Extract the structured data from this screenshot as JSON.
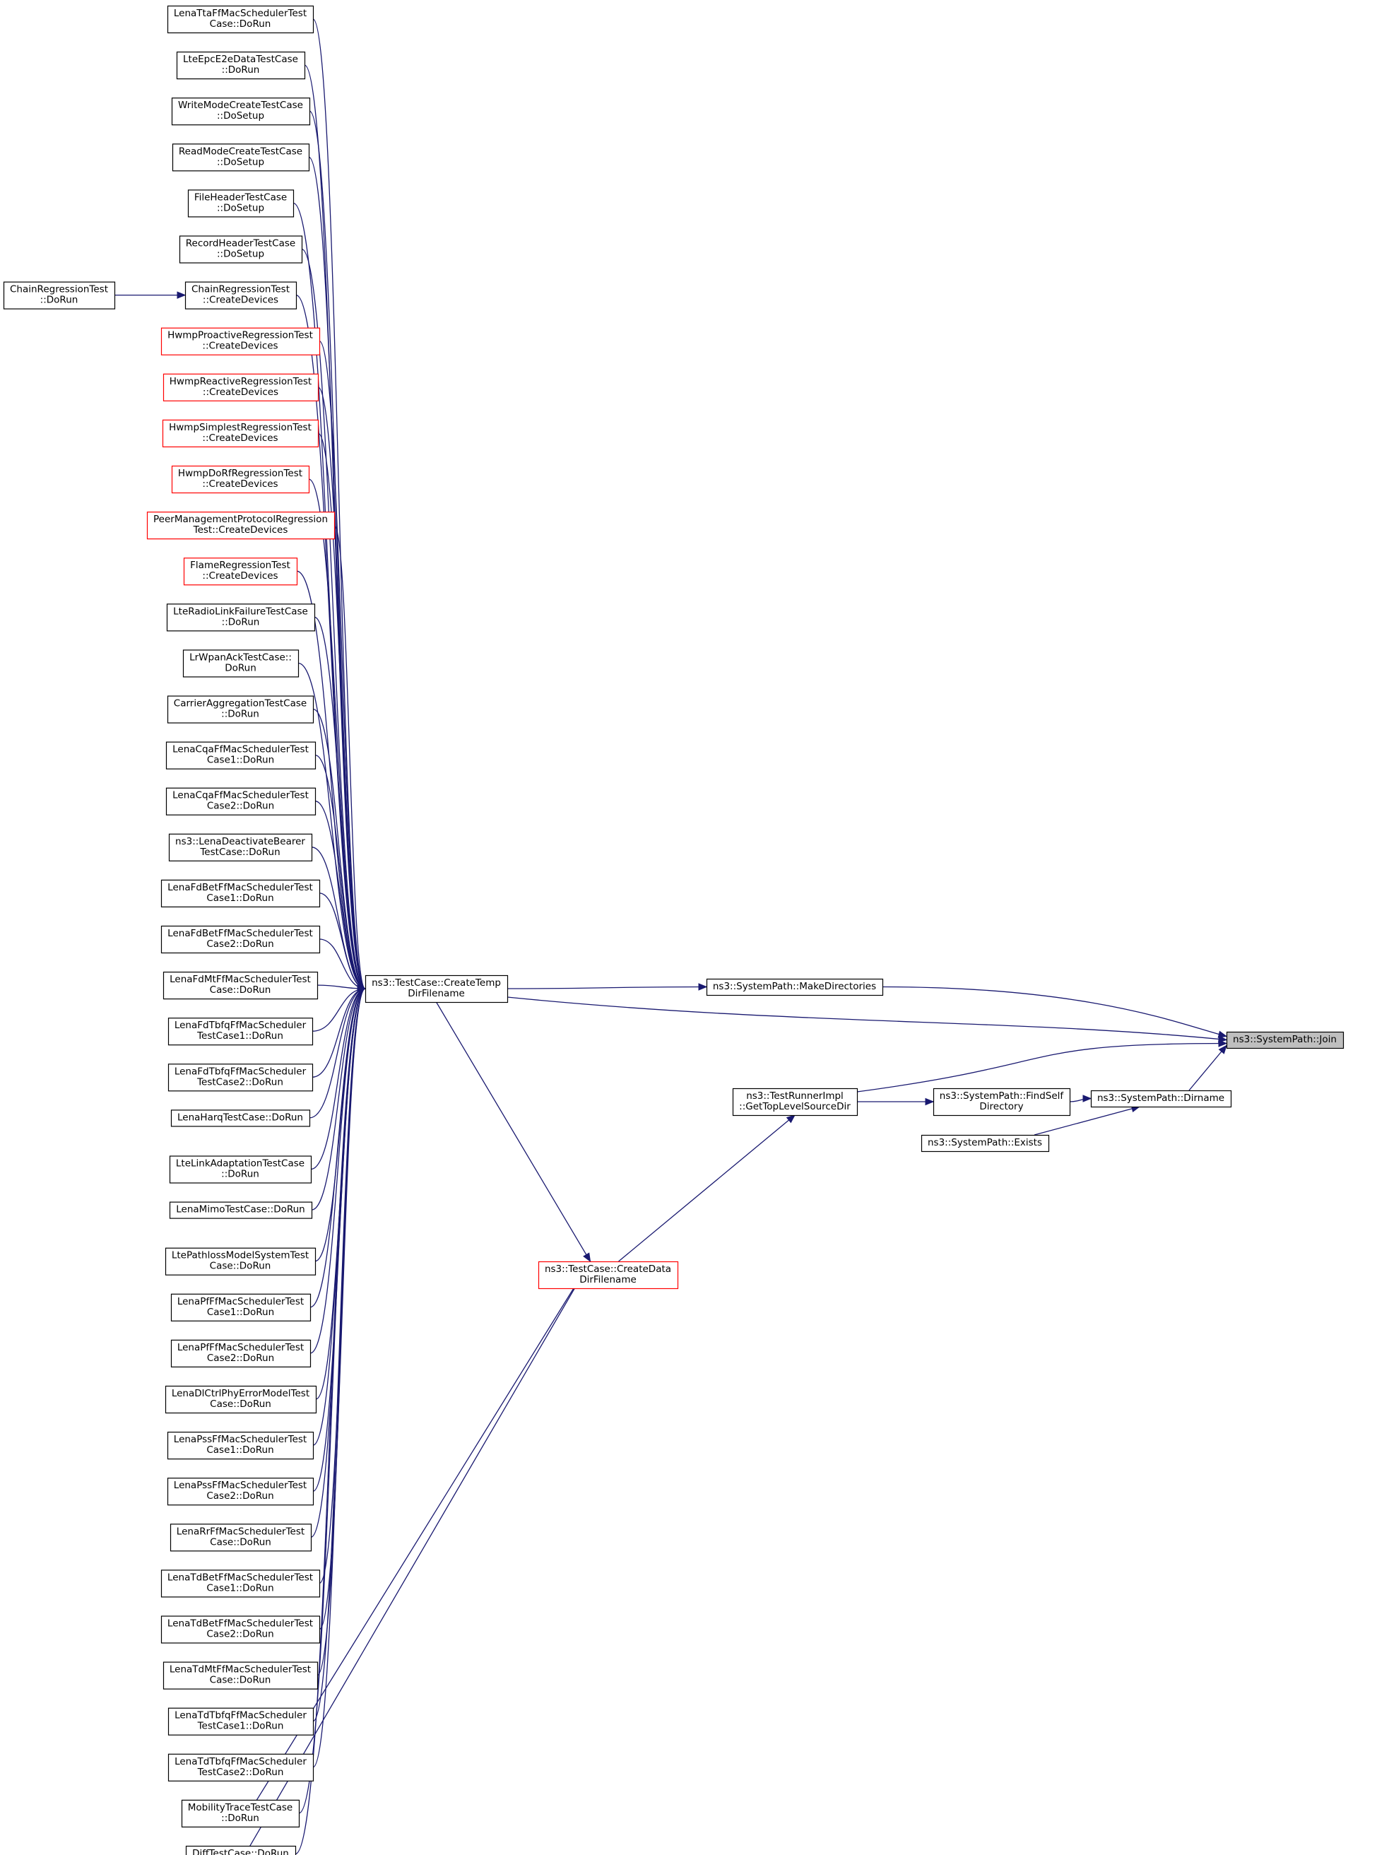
{
  "colors": {
    "edge": "#191970",
    "node_border": "#000000",
    "node_border_incomplete": "#ff0000",
    "node_fill": "#ffffff",
    "focus_fill": "#bfbfbf"
  },
  "nodes": [
    {
      "id": "n_lenatta",
      "lines": [
        "LenaTtaFfMacSchedulerTest",
        "Case::DoRun"
      ],
      "border": "black"
    },
    {
      "id": "n_lteepc",
      "lines": [
        "LteEpcE2eDataTestCase",
        "::DoRun"
      ],
      "border": "black"
    },
    {
      "id": "n_writemode",
      "lines": [
        "WriteModeCreateTestCase",
        "::DoSetup"
      ],
      "border": "black"
    },
    {
      "id": "n_readmode",
      "lines": [
        "ReadModeCreateTestCase",
        "::DoSetup"
      ],
      "border": "black"
    },
    {
      "id": "n_fileheader",
      "lines": [
        "FileHeaderTestCase",
        "::DoSetup"
      ],
      "border": "black"
    },
    {
      "id": "n_recordheader",
      "lines": [
        "RecordHeaderTestCase",
        "::DoSetup"
      ],
      "border": "black"
    },
    {
      "id": "n_chainreg_create",
      "lines": [
        "ChainRegressionTest",
        "::CreateDevices"
      ],
      "border": "black"
    },
    {
      "id": "n_chainreg_run",
      "lines": [
        "ChainRegressionTest",
        "::DoRun"
      ],
      "border": "black"
    },
    {
      "id": "n_hwmpproactive",
      "lines": [
        "HwmpProactiveRegressionTest",
        "::CreateDevices"
      ],
      "border": "red"
    },
    {
      "id": "n_hwmpreactive",
      "lines": [
        "HwmpReactiveRegressionTest",
        "::CreateDevices"
      ],
      "border": "red"
    },
    {
      "id": "n_hwmpsimplest",
      "lines": [
        "HwmpSimplestRegressionTest",
        "::CreateDevices"
      ],
      "border": "red"
    },
    {
      "id": "n_hwmpdorf",
      "lines": [
        "HwmpDoRfRegressionTest",
        "::CreateDevices"
      ],
      "border": "red"
    },
    {
      "id": "n_peermgmt",
      "lines": [
        "PeerManagementProtocolRegression",
        "Test::CreateDevices"
      ],
      "border": "red"
    },
    {
      "id": "n_flame",
      "lines": [
        "FlameRegressionTest",
        "::CreateDevices"
      ],
      "border": "red"
    },
    {
      "id": "n_lteradiolink",
      "lines": [
        "LteRadioLinkFailureTestCase",
        "::DoRun"
      ],
      "border": "black"
    },
    {
      "id": "n_lrwpanack",
      "lines": [
        "LrWpanAckTestCase::",
        "DoRun"
      ],
      "border": "black"
    },
    {
      "id": "n_carrieragg",
      "lines": [
        "CarrierAggregationTestCase",
        "::DoRun"
      ],
      "border": "black"
    },
    {
      "id": "n_lenacqa1",
      "lines": [
        "LenaCqaFfMacSchedulerTest",
        "Case1::DoRun"
      ],
      "border": "black"
    },
    {
      "id": "n_lenacqa2",
      "lines": [
        "LenaCqaFfMacSchedulerTest",
        "Case2::DoRun"
      ],
      "border": "black"
    },
    {
      "id": "n_lenadeact",
      "lines": [
        "ns3::LenaDeactivateBearer",
        "TestCase::DoRun"
      ],
      "border": "black"
    },
    {
      "id": "n_lenafdbet1",
      "lines": [
        "LenaFdBetFfMacSchedulerTest",
        "Case1::DoRun"
      ],
      "border": "black"
    },
    {
      "id": "n_lenafdbet2",
      "lines": [
        "LenaFdBetFfMacSchedulerTest",
        "Case2::DoRun"
      ],
      "border": "black"
    },
    {
      "id": "n_lenafdmt",
      "lines": [
        "LenaFdMtFfMacSchedulerTest",
        "Case::DoRun"
      ],
      "border": "black"
    },
    {
      "id": "n_lenafdtbfq1",
      "lines": [
        "LenaFdTbfqFfMacScheduler",
        "TestCase1::DoRun"
      ],
      "border": "black"
    },
    {
      "id": "n_lenafdtbfq2",
      "lines": [
        "LenaFdTbfqFfMacScheduler",
        "TestCase2::DoRun"
      ],
      "border": "black"
    },
    {
      "id": "n_lenaharq",
      "lines": [
        "LenaHarqTestCase::DoRun"
      ],
      "border": "black"
    },
    {
      "id": "n_ltelinkadapt",
      "lines": [
        "LteLinkAdaptationTestCase",
        "::DoRun"
      ],
      "border": "black"
    },
    {
      "id": "n_lenamimo",
      "lines": [
        "LenaMimoTestCase::DoRun"
      ],
      "border": "black"
    },
    {
      "id": "n_ltepathloss",
      "lines": [
        "LtePathlossModelSystemTest",
        "Case::DoRun"
      ],
      "border": "black"
    },
    {
      "id": "n_lenapf1",
      "lines": [
        "LenaPfFfMacSchedulerTest",
        "Case1::DoRun"
      ],
      "border": "black"
    },
    {
      "id": "n_lenapf2",
      "lines": [
        "LenaPfFfMacSchedulerTest",
        "Case2::DoRun"
      ],
      "border": "black"
    },
    {
      "id": "n_lenadlctrl",
      "lines": [
        "LenaDlCtrlPhyErrorModelTest",
        "Case::DoRun"
      ],
      "border": "black"
    },
    {
      "id": "n_lenapss1",
      "lines": [
        "LenaPssFfMacSchedulerTest",
        "Case1::DoRun"
      ],
      "border": "black"
    },
    {
      "id": "n_lenapss2",
      "lines": [
        "LenaPssFfMacSchedulerTest",
        "Case2::DoRun"
      ],
      "border": "black"
    },
    {
      "id": "n_lenarr",
      "lines": [
        "LenaRrFfMacSchedulerTest",
        "Case::DoRun"
      ],
      "border": "black"
    },
    {
      "id": "n_lenatdbet1",
      "lines": [
        "LenaTdBetFfMacSchedulerTest",
        "Case1::DoRun"
      ],
      "border": "black"
    },
    {
      "id": "n_lenatdbet2",
      "lines": [
        "LenaTdBetFfMacSchedulerTest",
        "Case2::DoRun"
      ],
      "border": "black"
    },
    {
      "id": "n_lenatdmt",
      "lines": [
        "LenaTdMtFfMacSchedulerTest",
        "Case::DoRun"
      ],
      "border": "black"
    },
    {
      "id": "n_lenatdtbfq1",
      "lines": [
        "LenaTdTbfqFfMacScheduler",
        "TestCase1::DoRun"
      ],
      "border": "black"
    },
    {
      "id": "n_lenatdtbfq2",
      "lines": [
        "LenaTdTbfqFfMacScheduler",
        "TestCase2::DoRun"
      ],
      "border": "black"
    },
    {
      "id": "n_mobility",
      "lines": [
        "MobilityTraceTestCase",
        "::DoRun"
      ],
      "border": "black"
    },
    {
      "id": "n_difftest",
      "lines": [
        "DiffTestCase::DoRun"
      ],
      "border": "black"
    },
    {
      "id": "n_createtemp",
      "lines": [
        "ns3::TestCase::CreateTemp",
        "DirFilename"
      ],
      "border": "black"
    },
    {
      "id": "n_createdata",
      "lines": [
        "ns3::TestCase::CreateData",
        "DirFilename"
      ],
      "border": "red"
    },
    {
      "id": "n_makedirs",
      "lines": [
        "ns3::SystemPath::MakeDirectories"
      ],
      "border": "black"
    },
    {
      "id": "n_gettoplevel",
      "lines": [
        "ns3::TestRunnerImpl",
        "::GetTopLevelSourceDir"
      ],
      "border": "black"
    },
    {
      "id": "n_findself",
      "lines": [
        "ns3::SystemPath::FindSelf",
        "Directory"
      ],
      "border": "black"
    },
    {
      "id": "n_dirname",
      "lines": [
        "ns3::SystemPath::Dirname"
      ],
      "border": "black"
    },
    {
      "id": "n_exists",
      "lines": [
        "ns3::SystemPath::Exists"
      ],
      "border": "black"
    },
    {
      "id": "n_join",
      "lines": [
        "ns3::SystemPath::Join"
      ],
      "border": "black",
      "focus": true
    }
  ],
  "edges": [
    [
      "n_lenatta",
      "n_createtemp"
    ],
    [
      "n_lteepc",
      "n_createtemp"
    ],
    [
      "n_writemode",
      "n_createtemp"
    ],
    [
      "n_readmode",
      "n_createtemp"
    ],
    [
      "n_fileheader",
      "n_createtemp"
    ],
    [
      "n_recordheader",
      "n_createtemp"
    ],
    [
      "n_chainreg_create",
      "n_createtemp"
    ],
    [
      "n_chainreg_run",
      "n_chainreg_create"
    ],
    [
      "n_hwmpproactive",
      "n_createtemp"
    ],
    [
      "n_hwmpreactive",
      "n_createtemp"
    ],
    [
      "n_hwmpsimplest",
      "n_createtemp"
    ],
    [
      "n_hwmpdorf",
      "n_createtemp"
    ],
    [
      "n_peermgmt",
      "n_createtemp"
    ],
    [
      "n_flame",
      "n_createtemp"
    ],
    [
      "n_lteradiolink",
      "n_createtemp"
    ],
    [
      "n_lrwpanack",
      "n_createtemp"
    ],
    [
      "n_carrieragg",
      "n_createtemp"
    ],
    [
      "n_lenacqa1",
      "n_createtemp"
    ],
    [
      "n_lenacqa2",
      "n_createtemp"
    ],
    [
      "n_lenadeact",
      "n_createtemp"
    ],
    [
      "n_lenafdbet1",
      "n_createtemp"
    ],
    [
      "n_lenafdbet2",
      "n_createtemp"
    ],
    [
      "n_lenafdmt",
      "n_createtemp"
    ],
    [
      "n_lenafdtbfq1",
      "n_createtemp"
    ],
    [
      "n_lenafdtbfq2",
      "n_createtemp"
    ],
    [
      "n_lenaharq",
      "n_createtemp"
    ],
    [
      "n_ltelinkadapt",
      "n_createtemp"
    ],
    [
      "n_lenamimo",
      "n_createtemp"
    ],
    [
      "n_ltepathloss",
      "n_createtemp"
    ],
    [
      "n_lenapf1",
      "n_createtemp"
    ],
    [
      "n_lenapf2",
      "n_createtemp"
    ],
    [
      "n_lenadlctrl",
      "n_createtemp"
    ],
    [
      "n_lenapss1",
      "n_createtemp"
    ],
    [
      "n_lenapss2",
      "n_createtemp"
    ],
    [
      "n_lenarr",
      "n_createtemp"
    ],
    [
      "n_lenatdbet1",
      "n_createtemp"
    ],
    [
      "n_lenatdbet2",
      "n_createtemp"
    ],
    [
      "n_lenatdmt",
      "n_createtemp"
    ],
    [
      "n_lenatdtbfq1",
      "n_createtemp"
    ],
    [
      "n_lenatdtbfq2",
      "n_createtemp"
    ],
    [
      "n_mobility",
      "n_createtemp"
    ],
    [
      "n_difftest",
      "n_createtemp"
    ],
    [
      "n_createtemp",
      "n_createdata"
    ],
    [
      "n_mobility",
      "n_createdata"
    ],
    [
      "n_difftest",
      "n_createdata"
    ],
    [
      "n_createtemp",
      "n_makedirs"
    ],
    [
      "n_createtemp",
      "n_join"
    ],
    [
      "n_makedirs",
      "n_join"
    ],
    [
      "n_createdata",
      "n_gettoplevel"
    ],
    [
      "n_gettoplevel",
      "n_join"
    ],
    [
      "n_gettoplevel",
      "n_findself"
    ],
    [
      "n_findself",
      "n_dirname"
    ],
    [
      "n_exists",
      "n_dirname"
    ],
    [
      "n_dirname",
      "n_join"
    ]
  ]
}
